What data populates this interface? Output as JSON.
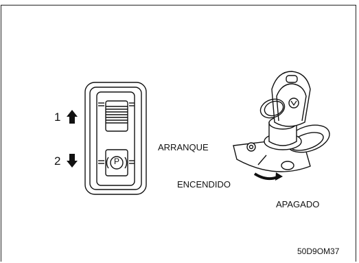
{
  "switch": {
    "up_number": "1",
    "down_number": "2",
    "p_symbol": "P"
  },
  "ignition": {
    "start_label": "ARRANQUE",
    "on_label": "ENCENDIDO",
    "off_label": "APAGADO"
  },
  "figure_code": "50D9OM37"
}
